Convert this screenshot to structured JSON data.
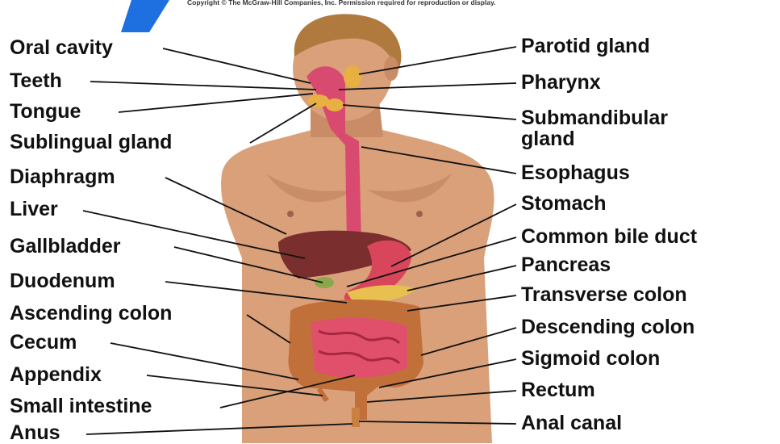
{
  "copyright": "Copyright © The McGraw-Hill Companies, Inc. Permission required for reproduction or display.",
  "labels_left": [
    "Oral cavity",
    "Teeth",
    "Tongue",
    "Sublingual gland",
    "Diaphragm",
    "Liver",
    "Gallbladder",
    "Duodenum",
    "Ascending colon",
    "Cecum",
    "Appendix",
    "Small intestine",
    "Anus"
  ],
  "labels_right": [
    "Parotid gland",
    "Pharynx",
    "Submandibular",
    "gland",
    "Esophagus",
    "Stomach",
    "Common bile duct",
    "Pancreas",
    "Transverse colon",
    "Descending colon",
    "Sigmoid colon",
    "Rectum",
    "Anal canal"
  ],
  "colors": {
    "skin": "#d9a07a",
    "skin_shadow": "#b97a55",
    "hair": "#b07a3e",
    "liver": "#7a2e2e",
    "stomach": "#d9455a",
    "colon": "#c2703a",
    "small_intestine": "#e0506a",
    "pancreas": "#e8c050",
    "blue_accent": "#1e6fe0"
  }
}
